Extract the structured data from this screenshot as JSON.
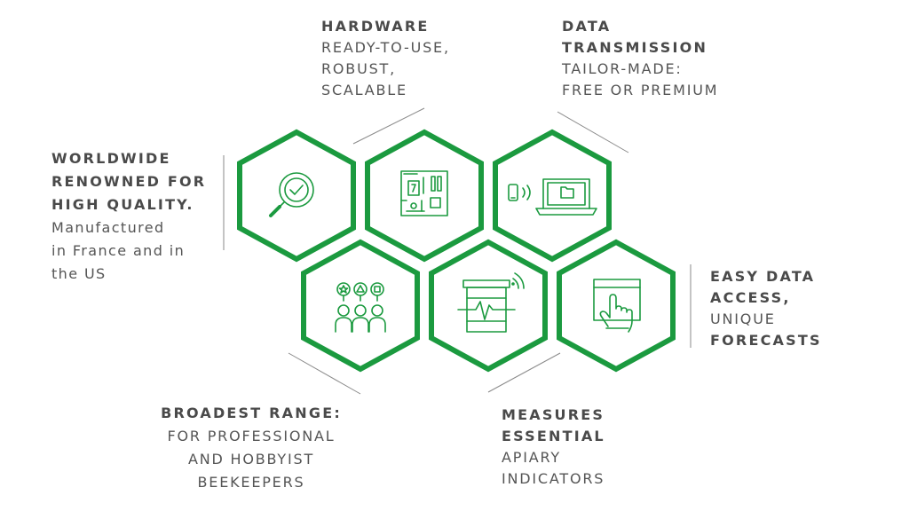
{
  "colors": {
    "accent": "#1b9a3f",
    "text": "#4a4a4a",
    "connector": "#8a8a8a"
  },
  "blocks": {
    "hardware": {
      "title": "HARDWARE",
      "lines": [
        "READY-TO-USE,",
        "ROBUST,",
        "SCALABLE"
      ]
    },
    "transmission": {
      "title_lines": [
        "DATA",
        "TRANSMISSION"
      ],
      "lines": [
        "TAILOR-MADE:",
        "FREE OR PREMIUM"
      ]
    },
    "quality": {
      "title_lines": [
        "WORLDWIDE",
        "RENOWNED FOR",
        "HIGH QUALITY."
      ],
      "lines": [
        "Manufactured",
        "in France and in",
        "the US"
      ]
    },
    "access": {
      "title_lines": [
        "EASY DATA",
        "ACCESS,"
      ],
      "normal": "UNIQUE",
      "bold": "FORECASTS"
    },
    "range": {
      "title": "BROADEST RANGE:",
      "lines": [
        "FOR PROFESSIONAL",
        "AND HOBBYIST",
        "BEEKEEPERS"
      ]
    },
    "measures": {
      "title_lines": [
        "MEASURES",
        "ESSENTIAL"
      ],
      "lines": [
        "APIARY",
        "INDICATORS"
      ]
    }
  },
  "icons": [
    "magnifier-check-icon",
    "circuit-board-icon",
    "phone-laptop-icon",
    "people-shapes-icon",
    "hive-monitor-icon",
    "touch-screen-icon"
  ]
}
